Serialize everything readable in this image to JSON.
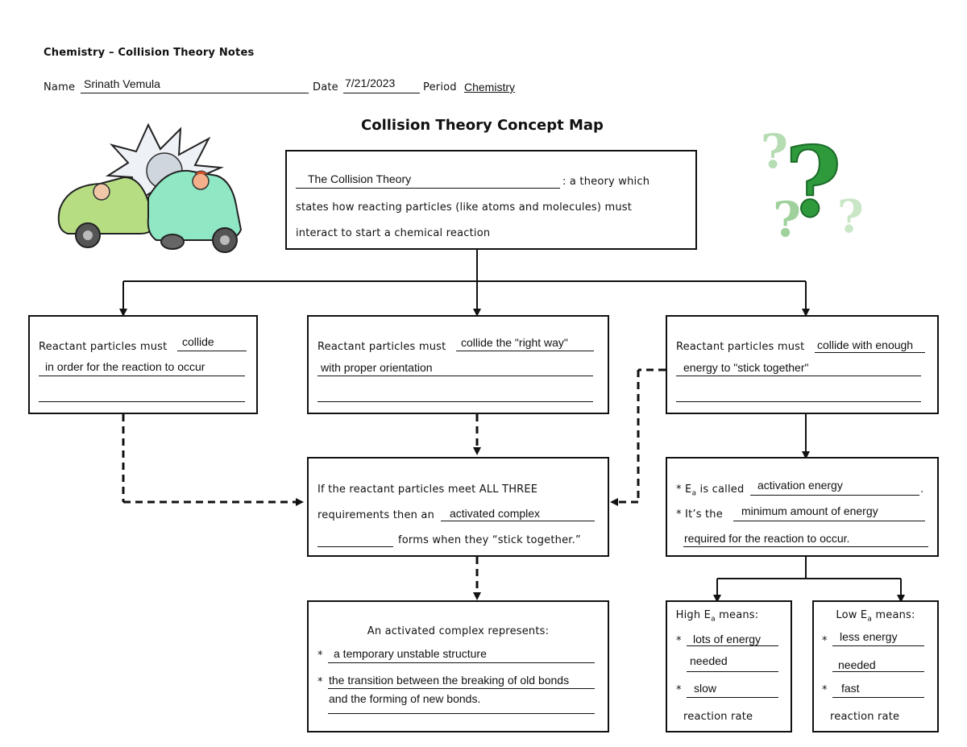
{
  "header": {
    "doc_title": "Chemistry – Collision Theory Notes",
    "name_label": "Name",
    "name_value": "Srinath Vemula",
    "date_label": "Date",
    "date_value": "7/21/2023",
    "period_label": "Period",
    "period_value": "Chemistry"
  },
  "map_title": "Collision Theory Concept Map",
  "top_box": {
    "blank": "The Collision Theory",
    "text1": ":  a theory which",
    "text2": "states how reacting particles (like atoms and molecules) must",
    "text3": "interact to start a chemical reaction"
  },
  "left_box": {
    "prefix": "Reactant particles must",
    "blank1": "collide",
    "blank2": "in order for the reaction to occur"
  },
  "mid_box": {
    "prefix": "Reactant particles must",
    "blank1": "collide the \"right way\"",
    "blank2": "with proper orientation"
  },
  "right_box": {
    "prefix": "Reactant particles must",
    "blank1": "collide with enough",
    "blank2": "energy to \"stick together\""
  },
  "center_box": {
    "text1": "If the reactant particles meet ALL THREE",
    "text2": "requirements then an",
    "blank": "activated complex",
    "text3": "forms when they “stick together.”"
  },
  "ea_box": {
    "line1_prefix": "* E",
    "line1_sub": "a",
    "line1_suffix": " is called",
    "blank1": "activation energy",
    "period": ".",
    "line2_prefix": "* It’s the",
    "blank2": "minimum amount of energy",
    "blank3": "required for the reaction to occur."
  },
  "complex_box": {
    "heading": "An activated complex represents:",
    "bullet": "*",
    "item1": "a temporary unstable structure",
    "item2_line1": "the transition between the breaking of old bonds",
    "item2_line2": "and the forming of new bonds."
  },
  "high_box": {
    "heading_pre": "High E",
    "heading_sub": "a",
    "heading_post": " means:",
    "bullet": "*",
    "blank1": "lots of energy",
    "blank2": "needed",
    "blank3": "slow",
    "footer": "reaction rate"
  },
  "low_box": {
    "heading_pre": "Low E",
    "heading_sub": "a",
    "heading_post": " means:",
    "bullet": "*",
    "blank1": "less energy",
    "blank2": "needed",
    "blank3": "fast",
    "footer": "reaction rate"
  }
}
